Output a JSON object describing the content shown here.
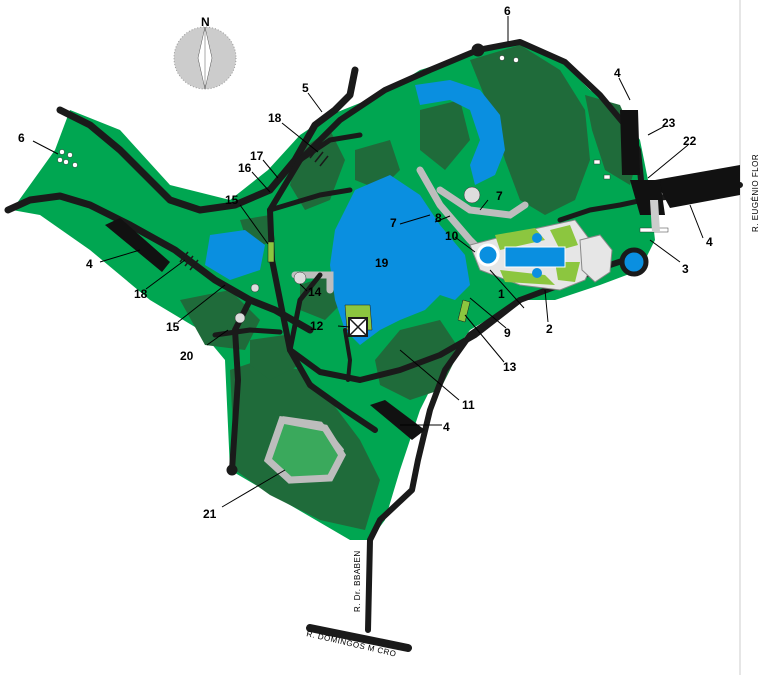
{
  "map": {
    "compass_label": "N",
    "markers": [
      {
        "id": "m1",
        "label": "1"
      },
      {
        "id": "m2",
        "label": "2"
      },
      {
        "id": "m3",
        "label": "3"
      },
      {
        "id": "m4a",
        "label": "4"
      },
      {
        "id": "m4b",
        "label": "4"
      },
      {
        "id": "m4c",
        "label": "4"
      },
      {
        "id": "m4d",
        "label": "4"
      },
      {
        "id": "m5",
        "label": "5"
      },
      {
        "id": "m6a",
        "label": "6"
      },
      {
        "id": "m6b",
        "label": "6"
      },
      {
        "id": "m7a",
        "label": "7"
      },
      {
        "id": "m7b",
        "label": "7"
      },
      {
        "id": "m8",
        "label": "8"
      },
      {
        "id": "m9",
        "label": "9"
      },
      {
        "id": "m10",
        "label": "10"
      },
      {
        "id": "m11",
        "label": "11"
      },
      {
        "id": "m12",
        "label": "12"
      },
      {
        "id": "m13",
        "label": "13"
      },
      {
        "id": "m14",
        "label": "14"
      },
      {
        "id": "m15a",
        "label": "15"
      },
      {
        "id": "m15b",
        "label": "15"
      },
      {
        "id": "m16",
        "label": "16"
      },
      {
        "id": "m17",
        "label": "17"
      },
      {
        "id": "m18a",
        "label": "18"
      },
      {
        "id": "m18b",
        "label": "18"
      },
      {
        "id": "m19",
        "label": "19"
      },
      {
        "id": "m20",
        "label": "20"
      },
      {
        "id": "m21",
        "label": "21"
      },
      {
        "id": "m22",
        "label": "22"
      },
      {
        "id": "m23",
        "label": "23"
      }
    ],
    "streets": {
      "eugenio": "R. EUGÊNIO FLOR",
      "bbben": "R. Dr. BBABEN",
      "domingos": "R. DOMINGOS M CRO"
    },
    "colors": {
      "park_green": "#00a651",
      "dark_forest": "#1f6b3a",
      "lake_blue": "#0a8fe0",
      "river_blue": "#0a8fe0",
      "road_black": "#1a1a1a",
      "garden_lime": "#8cc63f",
      "path_gray": "#bdbdbd"
    }
  }
}
